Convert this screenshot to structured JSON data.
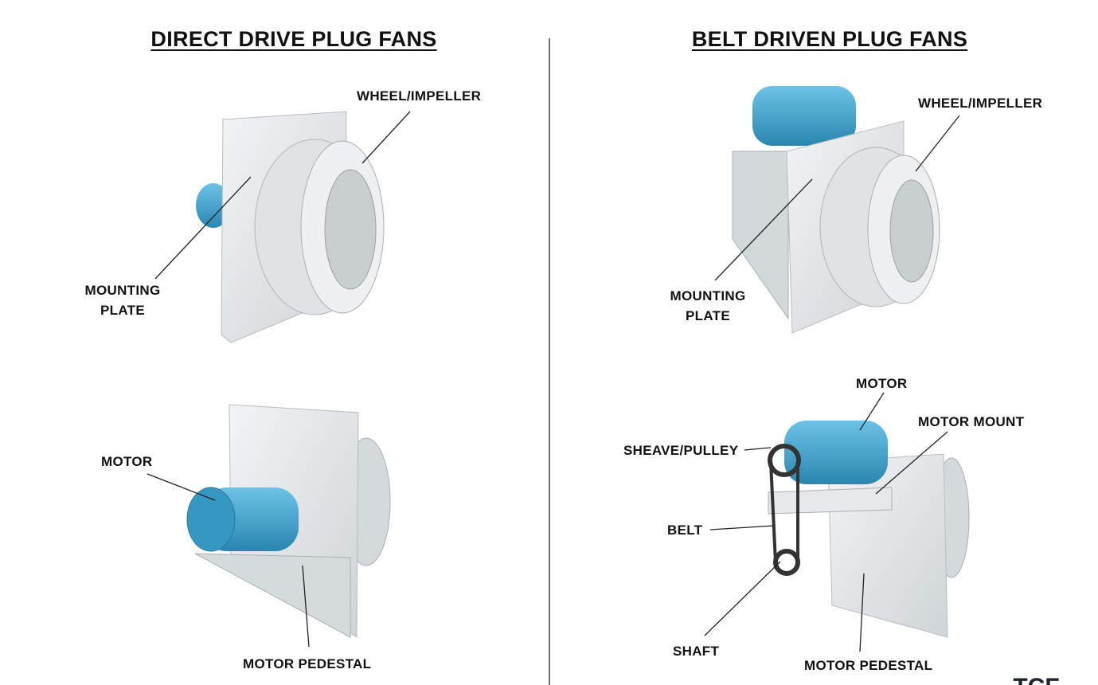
{
  "titles": {
    "direct": "DIRECT DRIVE PLUG FANS",
    "belt": "BELT DRIVEN PLUG FANS"
  },
  "labels": {
    "dd_wheel": "WHEEL/IMPELLER",
    "dd_plate_1": "MOUNTING",
    "dd_plate_2": "PLATE",
    "dd_motor": "MOTOR",
    "dd_pedestal": "MOTOR PEDESTAL",
    "bd_wheel": "WHEEL/IMPELLER",
    "bd_plate_1": "MOUNTING",
    "bd_plate_2": "PLATE",
    "bd_motor": "MOTOR",
    "bd_motor_mount": "MOTOR MOUNT",
    "bd_sheave": "SHEAVE/PULLEY",
    "bd_belt": "BELT",
    "bd_shaft": "SHAFT",
    "bd_pedestal": "MOTOR PEDESTAL"
  },
  "logo": {
    "chevron": "»",
    "text": "TCF"
  },
  "colors": {
    "motor": "#3fa3cc",
    "plate": "#e4e7e9",
    "line": "#222222"
  }
}
